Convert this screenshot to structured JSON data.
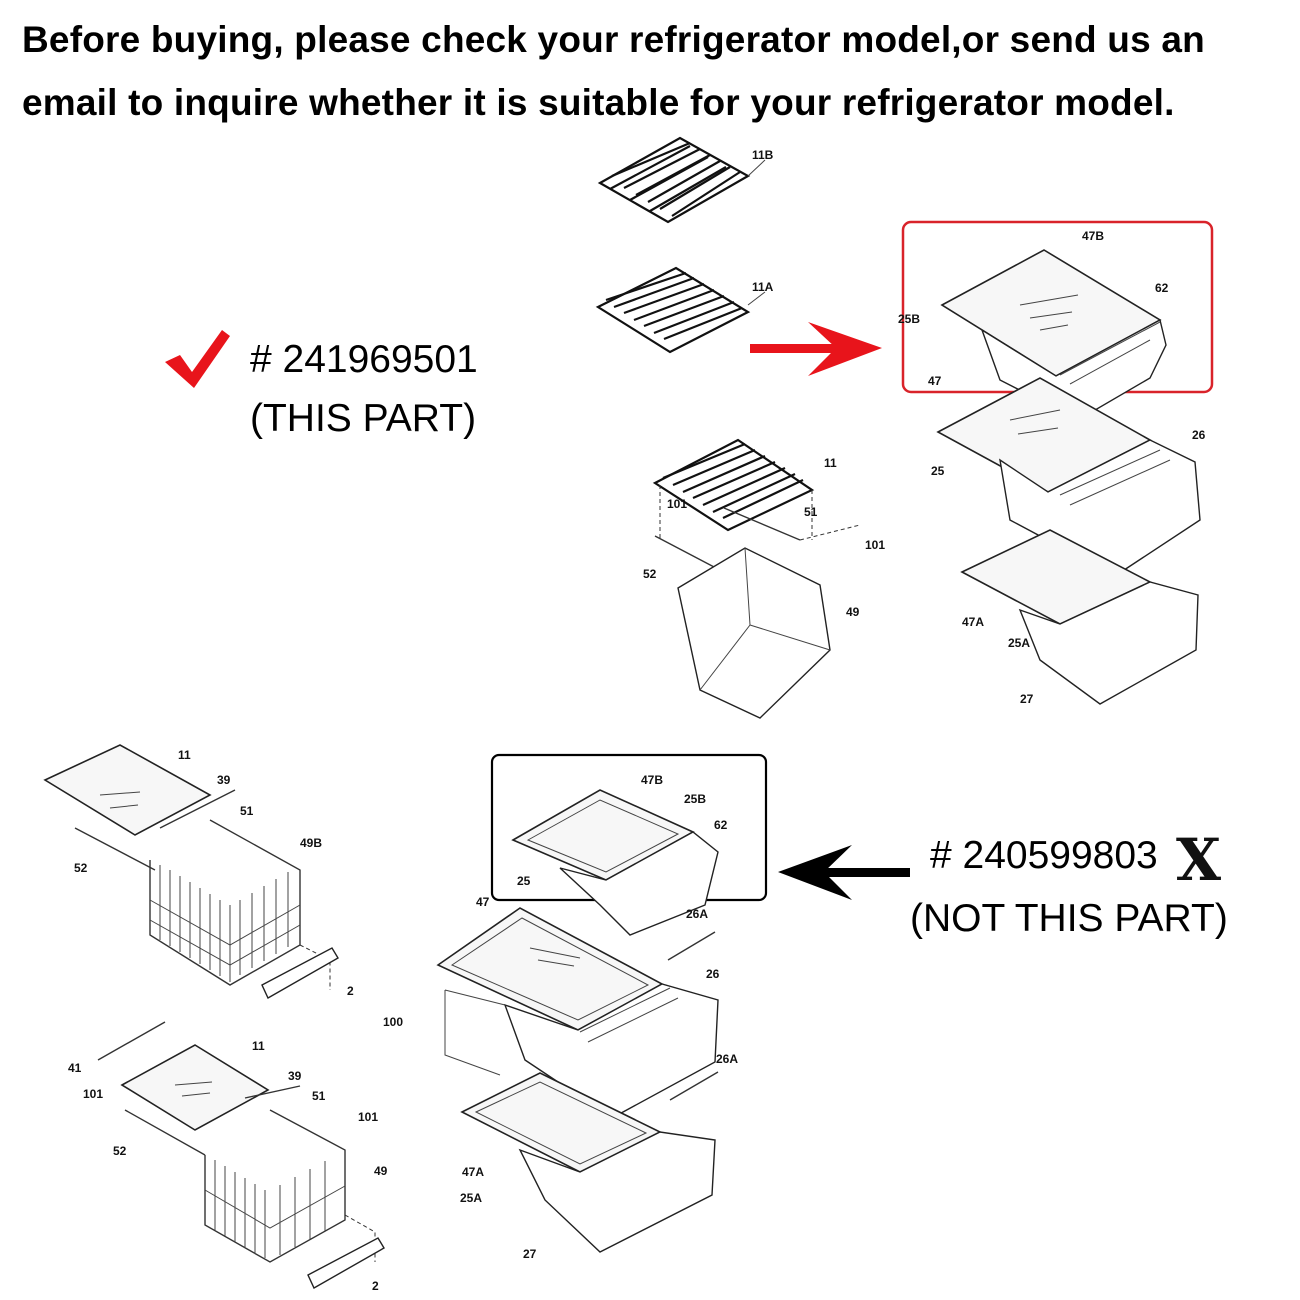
{
  "header": {
    "line1": "Before buying, please check your refrigerator model,or send us an",
    "line2": "email to inquire whether it is suitable for your refrigerator model."
  },
  "correct_part": {
    "number": "# 241969501",
    "note": "(THIS PART)",
    "check_color": "#e8141b",
    "highlight_color": "#d9232a"
  },
  "wrong_part": {
    "number": "# 240599803",
    "note": "(NOT THIS PART)",
    "mark": "X",
    "highlight_color": "#000000"
  },
  "callouts": {
    "top_right": [
      "11B",
      "11A",
      "47B",
      "62",
      "25B",
      "47",
      "26",
      "25",
      "11",
      "51",
      "101",
      "101",
      "52",
      "49",
      "47A",
      "25A",
      "27"
    ],
    "bottom_left": [
      "11",
      "39",
      "51",
      "49B",
      "52",
      "2",
      "41",
      "11",
      "39",
      "101",
      "51",
      "101",
      "52",
      "49",
      "2"
    ],
    "bottom_mid": [
      "47B",
      "25B",
      "62",
      "25",
      "47",
      "26A",
      "26",
      "100",
      "26A",
      "47A",
      "25A",
      "27"
    ]
  }
}
